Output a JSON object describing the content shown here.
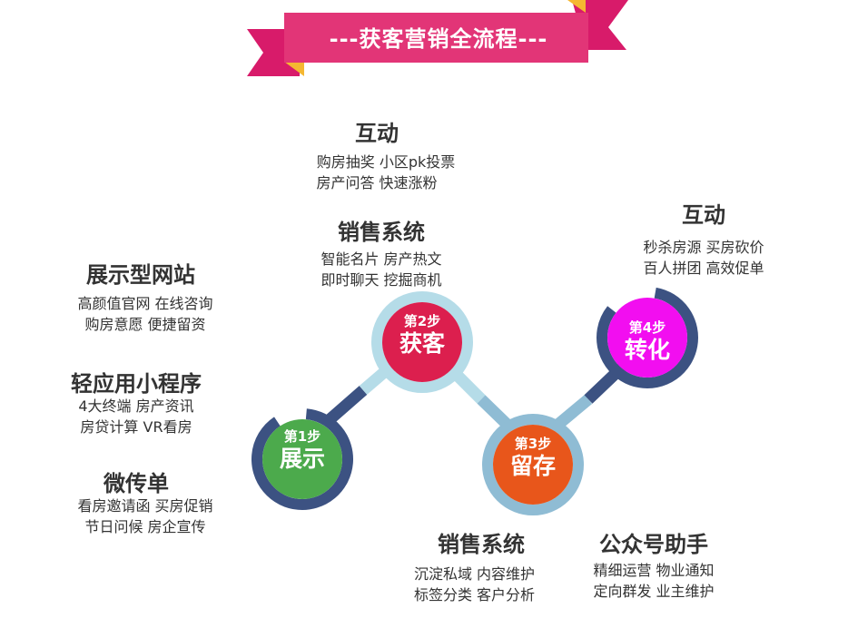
{
  "banner": {
    "title": "---获客营销全流程---",
    "color": "#e23577"
  },
  "steps": [
    {
      "num": "第1步",
      "label": "展示",
      "color": "#4caa4c"
    },
    {
      "num": "第2步",
      "label": "获客",
      "color": "#dc1f4e"
    },
    {
      "num": "第3步",
      "label": "留存",
      "color": "#e8561b"
    },
    {
      "num": "第4步",
      "label": "转化",
      "color": "#f20ef0"
    }
  ],
  "left": [
    {
      "title": "展示型网站",
      "lines": [
        "高颜值官网  在线咨询",
        "购房意愿    便捷留资"
      ]
    },
    {
      "title": "轻应用小程序",
      "lines": [
        "4大终端   房产资讯",
        "房贷计算  VR看房"
      ]
    },
    {
      "title": "微传单",
      "lines": [
        "看房邀请函  买房促销",
        "节日问候    房企宣传"
      ]
    }
  ],
  "top_interact": {
    "title": "互动",
    "lines": [
      "购房抽奖  小区pk投票",
      "房产问答  快速涨粉"
    ]
  },
  "top_sales": {
    "title": "销售系统",
    "lines": [
      "智能名片  房产热文",
      "即时聊天  挖掘商机"
    ]
  },
  "right_interact": {
    "title": "互动",
    "lines": [
      "秒杀房源   买房砍价",
      "百人拼团  高效促单"
    ]
  },
  "bottom_sales": {
    "title": "销售系统",
    "lines": [
      "沉淀私域  内容维护",
      "标签分类  客户分析"
    ]
  },
  "bottom_wechat": {
    "title": "公众号助手",
    "lines": [
      "精细运营  物业通知",
      "定向群发  业主维护"
    ]
  }
}
